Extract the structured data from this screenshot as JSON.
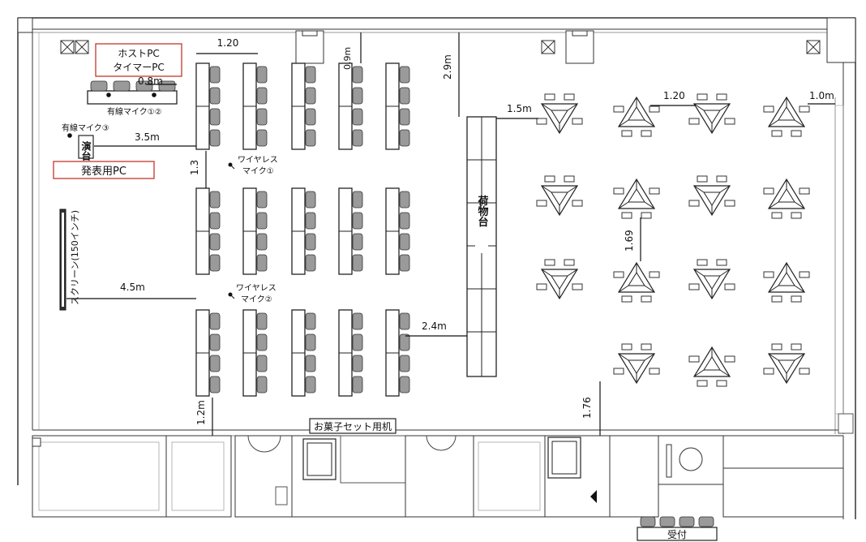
{
  "labels": {
    "host_pc": "ホストPC",
    "timer_pc": "タイマーPC",
    "wired_mic_12": "有線マイク①②",
    "wired_mic_3": "有線マイク③",
    "podium": "演台",
    "presenter_pc": "発表用PC",
    "wireless_mic_1_a": "ワイヤレス",
    "wireless_mic_1_b": "マイク①",
    "wireless_mic_2_a": "ワイヤレス",
    "wireless_mic_2_b": "マイク②",
    "screen": "スクリーン(150インチ)",
    "luggage_table": "荷物台",
    "snack_table": "お菓子セット用机",
    "reception": "受付"
  },
  "dimensions": {
    "d_120_top": "1.20",
    "d_09m": "0.9m",
    "d_08m": "0.8m",
    "d_29m": "2.9m",
    "d_15m": "1.5m",
    "d_120_right": "1.20",
    "d_10m": "1.0m",
    "d_35m": "3.5m",
    "d_13": "1.3",
    "d_45m": "4.5m",
    "d_169": "1.69",
    "d_24m": "2.4m",
    "d_12m": "1.2m",
    "d_176": "1.76"
  },
  "colors": {
    "red_box": "#c0392b",
    "chair": "#9a9a9a",
    "line": "#222222"
  }
}
